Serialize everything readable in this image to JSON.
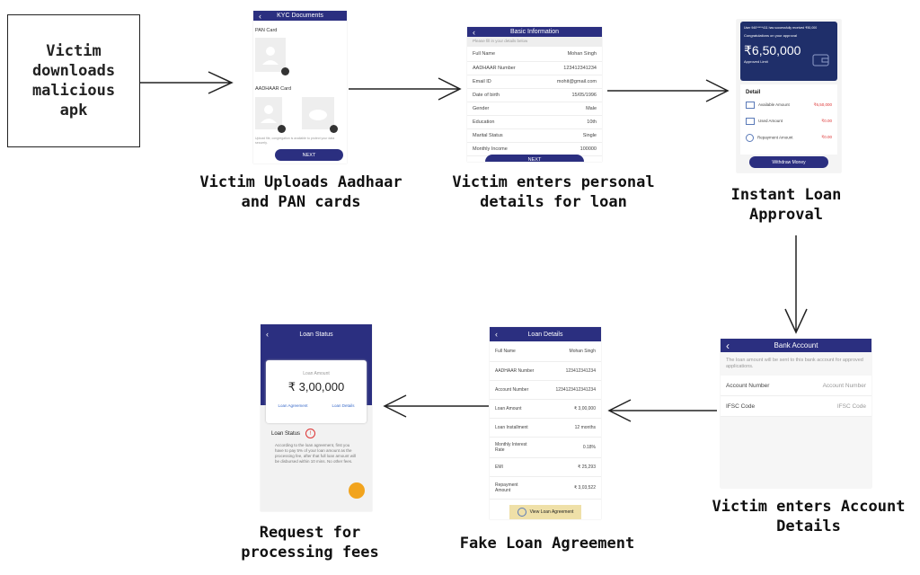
{
  "captions": {
    "c1": "Victim downloads malicious apk",
    "c2": "Victim Uploads Aadhaar and PAN cards",
    "c3": "Victim enters personal details for loan",
    "c4": "Instant Loan Approval",
    "c5": "Victim enters Account Details",
    "c6": "Fake Loan Agreement",
    "c7": "Request for processing fees"
  },
  "kyc": {
    "title": "KYC Documents",
    "pan_label": "PAN Card",
    "aadhaar_label": "AADHAAR Card",
    "note": "Upload file, congregation is available to protect your data securely.",
    "next": "NEXT"
  },
  "basic": {
    "title": "Basic Information",
    "subtitle": "Please fill in your details below",
    "rows": [
      {
        "k": "Full Name",
        "v": "Mohan Singh"
      },
      {
        "k": "AADHAAR Number",
        "v": "123412341234"
      },
      {
        "k": "Email ID",
        "v": "mohit@gmail.com"
      },
      {
        "k": "Date of birth",
        "v": "15/05/1996"
      },
      {
        "k": "Gender",
        "v": "Male"
      },
      {
        "k": "Education",
        "v": "10th"
      },
      {
        "k": "Marital Status",
        "v": "Single"
      },
      {
        "k": "Monthly Income",
        "v": "100000"
      }
    ],
    "next": "NEXT"
  },
  "approval": {
    "notice": "User 940*****411 has successfully received ₹50,000",
    "congrats": "Congratulations on your approval",
    "amount": "₹6,50,000",
    "limit_label": "Approved Limit",
    "detail": "Detail",
    "rows": [
      {
        "k": "Available Amount",
        "v": "₹6,50,000"
      },
      {
        "k": "Used Amount",
        "v": "₹0.00"
      },
      {
        "k": "Repayment Amount",
        "v": "₹0.00"
      }
    ],
    "withdraw": "Withdraw Money"
  },
  "bank": {
    "title": "Bank Account",
    "info": "The loan amount will be sent to this bank account for approved applications.",
    "rows": [
      {
        "k": "Account Number",
        "v": "Account Number"
      },
      {
        "k": "IFSC Code",
        "v": "IFSC Code"
      }
    ]
  },
  "loan_details": {
    "title": "Loan Details",
    "rows": [
      {
        "k": "Full Name",
        "v": "Mohan Singh"
      },
      {
        "k": "AADHAAR Number",
        "v": "123412341234"
      },
      {
        "k": "Account Number",
        "v": "1234123412341234"
      },
      {
        "k": "Loan Amount",
        "v": "₹ 3,00,000"
      },
      {
        "k": "Loan Installment",
        "v": "12 months"
      },
      {
        "k": "Monthly Interest Rate",
        "v": "0.18%"
      },
      {
        "k": "EMI",
        "v": "₹ 25,293"
      },
      {
        "k": "Repayment Amount",
        "v": "₹ 3,03,522"
      }
    ],
    "view_btn": "View Loan Agreement"
  },
  "status": {
    "title": "Loan Status",
    "amount_label": "Loan Amount",
    "amount": "₹ 3,00,000",
    "link1": "Loan Agreement",
    "link2": "Loan Details",
    "status_label": "Loan Status",
    "message": "According to the loan agreement, first you have to pay 5% of your loan amount as the processing fee, after that full loan amount will be disbursed within 10 mins. No other fees."
  }
}
